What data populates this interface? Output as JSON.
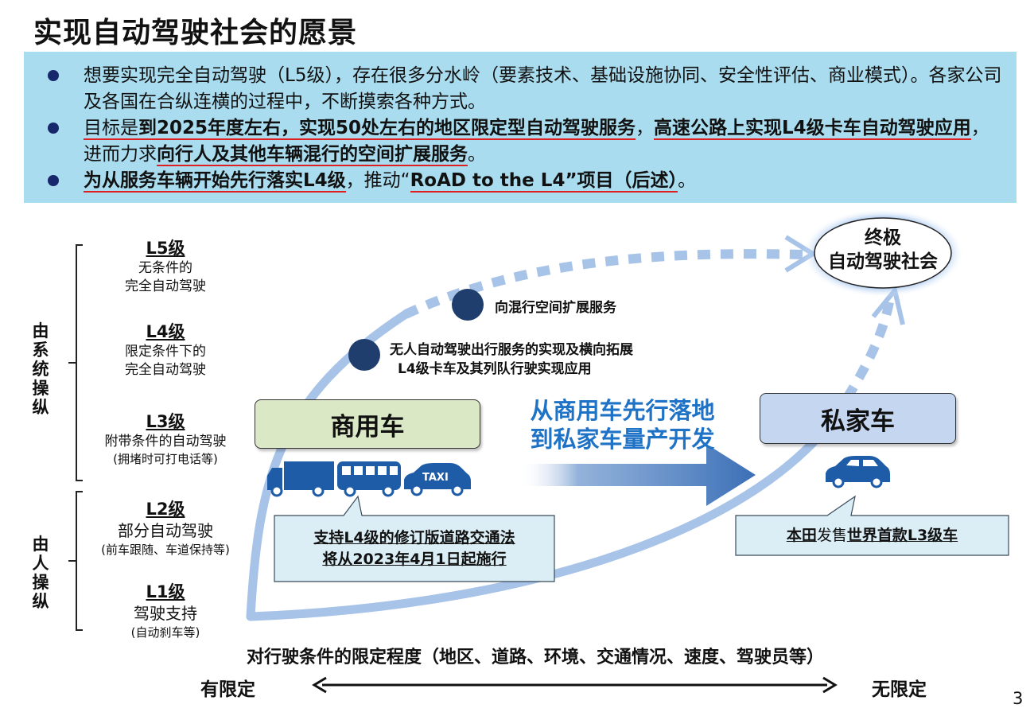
{
  "title": "实现自动驾驶社会的愿景",
  "summary": {
    "b1": "想要实现完全自动驾驶（L5级），存在很多分水岭（要素技术、基础设施协同、安全性评估、商业模式）。各家公司及各国在合纵连横的过程中，不断摸索各种方式。",
    "b2_a": "目标是",
    "b2_b": "到2025年度左右，实现50处左右的地区限定型自动驾驶服务",
    "b2_c": "，",
    "b2_d": "高速公路上实现L4级卡车自动驾驶应用",
    "b2_e": "，进而力求",
    "b2_f": "向行人及其他车辆混行的空间扩展服务",
    "b2_g": "。",
    "b3_a": "为从服务车辆开始先行落实L4级",
    "b3_b": "，推动“",
    "b3_c": "RoAD to the L4”项目（后述）",
    "b3_d": "。"
  },
  "levels": [
    {
      "name": "L5级",
      "desc1": "无条件的",
      "desc2": "完全自动驾驶",
      "note": ""
    },
    {
      "name": "L4级",
      "desc1": "限定条件下的",
      "desc2": "完全自动驾驶",
      "note": ""
    },
    {
      "name": "L3级",
      "desc1": "附带条件的自动驾驶",
      "desc2": "",
      "note": "(拥堵时可打电话等)"
    },
    {
      "name": "L2级",
      "desc1": "部分自动驾驶",
      "desc2": "",
      "note": "(前车跟随、车道保持等)"
    },
    {
      "name": "L1级",
      "desc1": "驾驶支持",
      "desc2": "",
      "note": "(自动刹车等)"
    }
  ],
  "side": {
    "system": "由系统操纵",
    "human": "由人操纵"
  },
  "goal": {
    "line1": "终极",
    "line2": "自动驾驶社会"
  },
  "milestones": {
    "m1": "向混行空间扩展服务",
    "m2_line1": "无人自动驾驶出行服务的实现及横向拓展",
    "m2_line2": "L4级卡车及其列队行驶实现应用"
  },
  "commercial": "商用车",
  "private": "私家车",
  "taxi_sign": "TAXI",
  "arrow_text": {
    "line1": "从商用车先行落地",
    "line2": "到私家车量产开发"
  },
  "callout_left": {
    "line1": "支持L4级的修订版道路交通法",
    "line2": "将从2023年4月1日起施行"
  },
  "callout_right": {
    "a": "本田",
    "b": "发售",
    "c": "世界首款L3级车"
  },
  "axis": {
    "caption": "对行驶条件的限定程度（地区、道路、环境、交通情况、速度、驾驶员等）",
    "left": "有限定",
    "right": "无限定"
  },
  "page_number": "3",
  "colors": {
    "summary_bg": "#a9dcee",
    "dot": "#1f3e6e",
    "commercial_bg": "#dbe8c6",
    "private_bg": "#c5d7f0",
    "arrow_text": "#1f73c6",
    "vehicle": "#1e5ca8",
    "curve": "#a7c3e8",
    "underline": "#e02020"
  }
}
